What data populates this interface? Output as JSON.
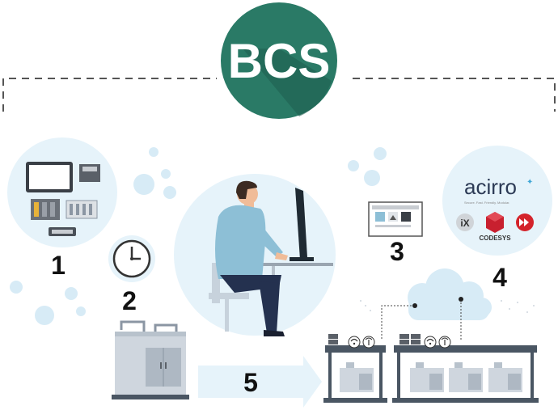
{
  "logo": {
    "text": "BCS",
    "color": "#2a7a66",
    "shadow": "#1f5f50"
  },
  "steps": [
    {
      "number": "1",
      "description": "hardware devices"
    },
    {
      "number": "2",
      "description": "clock"
    },
    {
      "number": "3",
      "description": "dashboard screen"
    },
    {
      "number": "4",
      "description": "software partners"
    },
    {
      "number": "5",
      "description": "transfer to machines"
    }
  ],
  "partners": {
    "acirro": "acirro",
    "acirro_tagline": "Secure. Fast. Friendly. Modular.",
    "codesys": "CODESYS"
  },
  "colors": {
    "light_blue": "#e6f3fa",
    "bubble": "#d7ebf6",
    "shirt": "#8dbfd6",
    "pants": "#24314f",
    "skin": "#f0bc98",
    "hair": "#3c2b22",
    "machine": "#cfd6de",
    "machine_dark": "#8b96a3",
    "frame": "#4a5663"
  }
}
